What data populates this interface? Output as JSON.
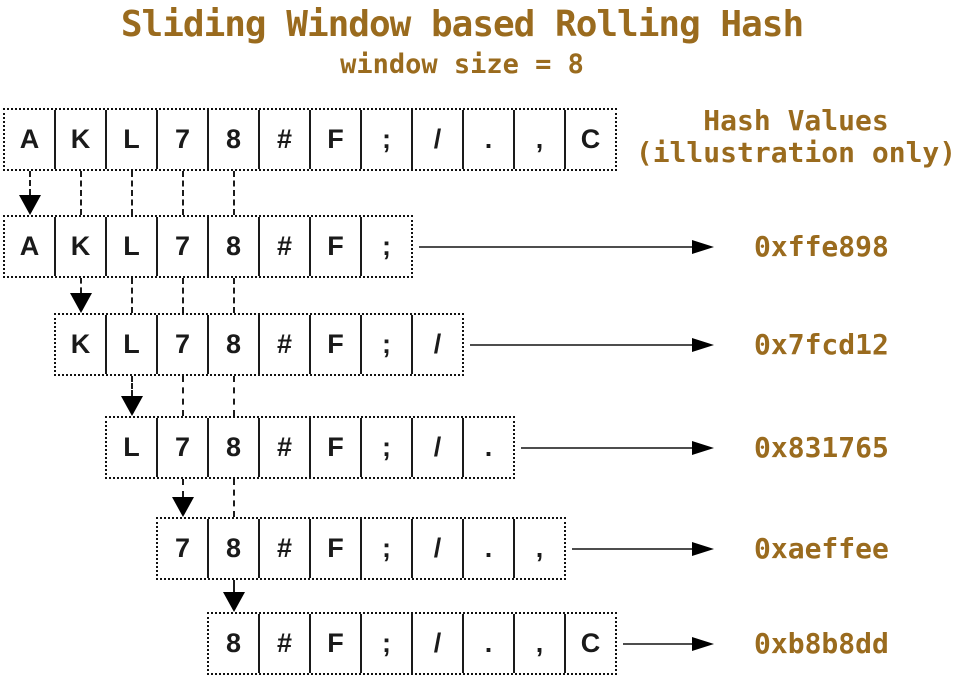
{
  "title": "Sliding Window based Rolling Hash",
  "subtitle": "window size = 8",
  "hash_header": {
    "line1": "Hash Values",
    "line2": "(illustration only)"
  },
  "window_size": 8,
  "sequence": [
    "A",
    "K",
    "L",
    "7",
    "8",
    "#",
    "F",
    ";",
    "/",
    ".",
    ",",
    "C"
  ],
  "windows": [
    {
      "chars": [
        "A",
        "K",
        "L",
        "7",
        "8",
        "#",
        "F",
        ";"
      ],
      "hash": "0xffe898"
    },
    {
      "chars": [
        "K",
        "L",
        "7",
        "8",
        "#",
        "F",
        ";",
        "/"
      ],
      "hash": "0x7fcd12"
    },
    {
      "chars": [
        "L",
        "7",
        "8",
        "#",
        "F",
        ";",
        "/",
        "."
      ],
      "hash": "0x831765"
    },
    {
      "chars": [
        "7",
        "8",
        "#",
        "F",
        ";",
        "/",
        ".",
        ","
      ],
      "hash": "0xaeffee"
    },
    {
      "chars": [
        "8",
        "#",
        "F",
        ";",
        "/",
        ".",
        ",",
        "C"
      ],
      "hash": "0xb8b8dd"
    }
  ],
  "colors": {
    "accent": "#9A6B1E",
    "box_border": "#111111",
    "cell_text": "#1a1a1a",
    "arrow_line": "#4d4d4d",
    "arrow_head": "#000000"
  }
}
